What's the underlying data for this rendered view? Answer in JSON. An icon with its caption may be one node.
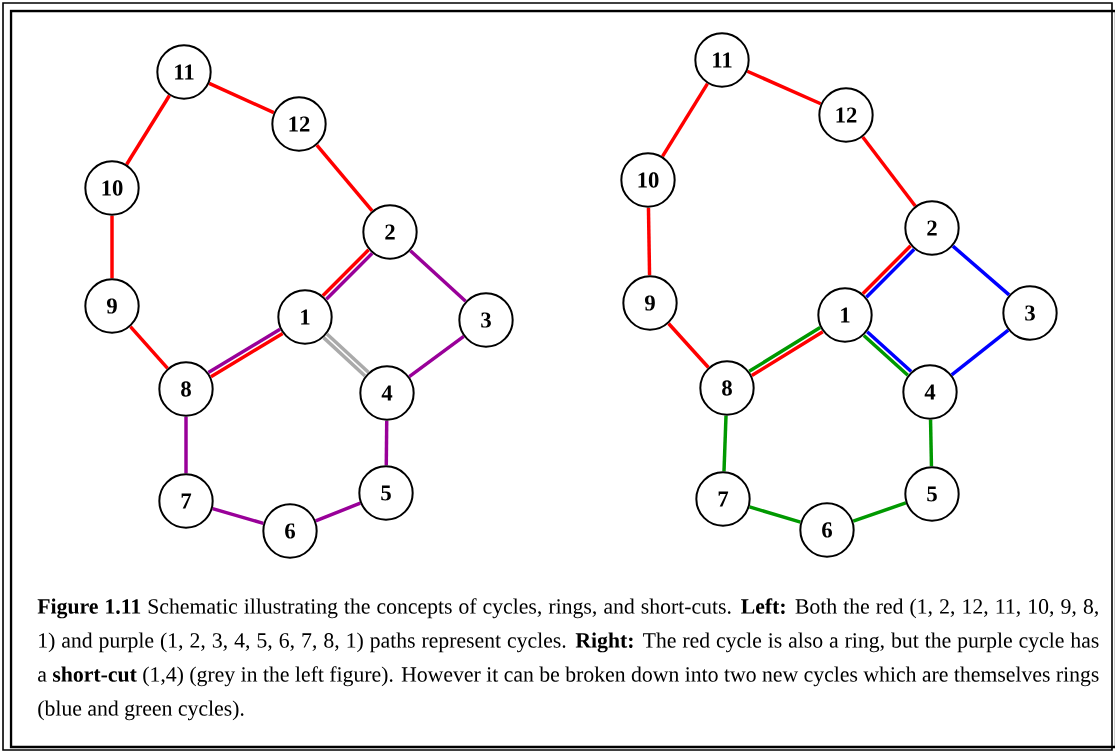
{
  "diagram": {
    "caption": "**Figure 1.11** Schematic illustrating the concepts of cycles, rings, and short-cuts. **Left:** Both the red (1, 2, 12, 11, 10, 9, 8, 1) and purple (1, 2, 3, 4, 5, 6, 7, 8, 1) paths represent cycles. **Right:** The red cycle is also a ring, but the purple cycle has a **short-cut** (1,4) (grey in the left figure). However it can be broken down into two new cycles which are themselves rings (blue and green cycles).",
    "nodes": [
      {
        "text": [
          "1"
        ]
      },
      {
        "text": [
          "2"
        ]
      },
      {
        "text": [
          "3"
        ]
      },
      {
        "text": [
          "4"
        ]
      },
      {
        "text": [
          "5"
        ]
      },
      {
        "text": [
          "6"
        ]
      },
      {
        "text": [
          "7"
        ]
      },
      {
        "text": [
          "8"
        ]
      },
      {
        "text": [
          "9"
        ]
      },
      {
        "text": [
          "10"
        ]
      },
      {
        "text": [
          "11"
        ]
      },
      {
        "text": [
          "12"
        ]
      },
      {
        "text": [
          "1"
        ]
      },
      {
        "text": [
          "2"
        ]
      },
      {
        "text": [
          "3"
        ]
      },
      {
        "text": [
          "4"
        ]
      },
      {
        "text": [
          "5"
        ]
      },
      {
        "text": [
          "6"
        ]
      },
      {
        "text": [
          "7"
        ]
      },
      {
        "text": [
          "8"
        ]
      },
      {
        "text": [
          "9"
        ]
      },
      {
        "text": [
          "10"
        ]
      },
      {
        "text": [
          "11"
        ]
      },
      {
        "text": [
          "12"
        ]
      }
    ],
    "edges": [
      {
        "from": 10,
        "to": 11,
        "arrow": "none",
        "color": "#ff0000"
      },
      {
        "from": 10,
        "to": 9,
        "arrow": "none",
        "color": "#ff0000"
      },
      {
        "from": 9,
        "to": 8,
        "arrow": "none",
        "color": "#ff0000"
      },
      {
        "from": 8,
        "to": 7,
        "arrow": "none",
        "color": "#ff0000"
      },
      {
        "from": 11,
        "to": 1,
        "arrow": "none",
        "color": "#ff0000"
      },
      {
        "from": 1,
        "to": 0,
        "arrow": "none",
        "color": "#ff0000"
      },
      {
        "from": 0,
        "to": 7,
        "arrow": "none",
        "color": "#ff0000"
      },
      {
        "from": 0,
        "to": 1,
        "arrow": "none",
        "color": "#990099"
      },
      {
        "from": 1,
        "to": 2,
        "arrow": "none",
        "color": "#990099"
      },
      {
        "from": 2,
        "to": 3,
        "arrow": "none",
        "color": "#990099"
      },
      {
        "from": 3,
        "to": 4,
        "arrow": "none",
        "color": "#990099"
      },
      {
        "from": 4,
        "to": 5,
        "arrow": "none",
        "color": "#990099"
      },
      {
        "from": 5,
        "to": 6,
        "arrow": "none",
        "color": "#990099"
      },
      {
        "from": 6,
        "to": 7,
        "arrow": "none",
        "color": "#990099"
      },
      {
        "from": 7,
        "to": 0,
        "arrow": "none",
        "color": "#990099"
      },
      {
        "from": 0,
        "to": 3,
        "arrow": "none",
        "color": "#aaaaaa"
      },
      {
        "from": 0,
        "to": 3,
        "arrow": "none",
        "color": "#aaaaaa"
      },
      {
        "from": 22,
        "to": 23,
        "arrow": "none",
        "color": "#ff0000"
      },
      {
        "from": 22,
        "to": 21,
        "arrow": "none",
        "color": "#ff0000"
      },
      {
        "from": 21,
        "to": 20,
        "arrow": "none",
        "color": "#ff0000"
      },
      {
        "from": 20,
        "to": 19,
        "arrow": "none",
        "color": "#ff0000"
      },
      {
        "from": 23,
        "to": 13,
        "arrow": "none",
        "color": "#ff0000"
      },
      {
        "from": 13,
        "to": 12,
        "arrow": "none",
        "color": "#ff0000"
      },
      {
        "from": 12,
        "to": 19,
        "arrow": "none",
        "color": "#ff0000"
      },
      {
        "from": 12,
        "to": 13,
        "arrow": "none",
        "color": "#0000ff"
      },
      {
        "from": 13,
        "to": 14,
        "arrow": "none",
        "color": "#0000ff"
      },
      {
        "from": 14,
        "to": 15,
        "arrow": "none",
        "color": "#0000ff"
      },
      {
        "from": 15,
        "to": 12,
        "arrow": "none",
        "color": "#0000ff"
      },
      {
        "from": 12,
        "to": 19,
        "arrow": "none",
        "color": "#009900"
      },
      {
        "from": 19,
        "to": 18,
        "arrow": "none",
        "color": "#009900"
      },
      {
        "from": 18,
        "to": 17,
        "arrow": "none",
        "color": "#009900"
      },
      {
        "from": 17,
        "to": 16,
        "arrow": "none",
        "color": "#009900"
      },
      {
        "from": 16,
        "to": 15,
        "arrow": "none",
        "color": "#009900"
      },
      {
        "from": 15,
        "to": 12,
        "arrow": "none",
        "color": "#009900"
      }
    ]
  }
}
